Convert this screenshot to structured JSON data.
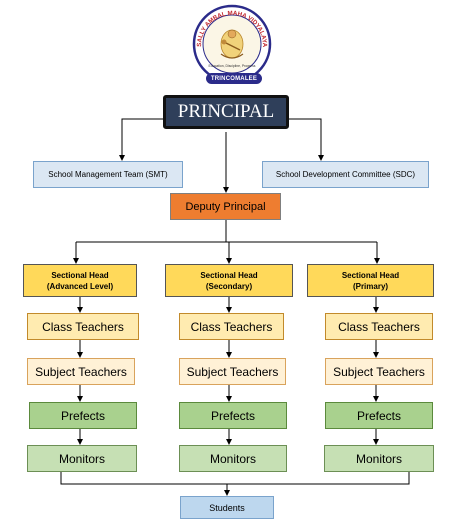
{
  "logo": {
    "ring_text": "T/SALLY AMBAL MAHA VIDYALAYAM",
    "motto": "Education, Discipline, Progress",
    "band": "TRINCOMALEE",
    "icon": "saraswati-emblem-icon"
  },
  "principal": "PRINCIPAL",
  "smt": "School Management Team (SMT)",
  "sdc": "School Development Committee (SDC)",
  "deputy": "Deputy Principal",
  "sections": [
    {
      "title": "Sectional Head",
      "sub": "(Advanced Level)"
    },
    {
      "title": "Sectional Head",
      "sub": "(Secondary)"
    },
    {
      "title": "Sectional Head",
      "sub": "(Primary)"
    }
  ],
  "levels": {
    "class_teachers": "Class Teachers",
    "subject_teachers": "Subject Teachers",
    "prefects": "Prefects",
    "monitors": "Monitors"
  },
  "students": "Students",
  "colors": {
    "principal": "#2f3f5a",
    "deputy": "#ee7d30",
    "sectional_head": "#ffd95a",
    "class_teachers": "#ffebb0",
    "prefects": "#a9d18e",
    "monitors": "#c6e0b4",
    "committee": "#dbe7f3"
  }
}
